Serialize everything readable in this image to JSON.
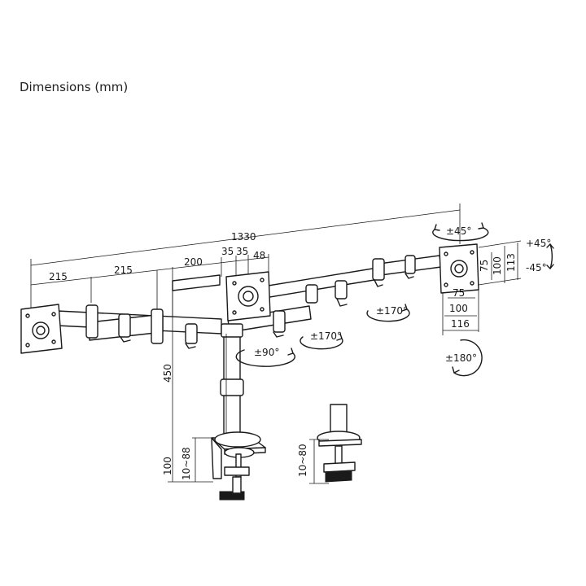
{
  "heading": "Dimensions (mm)",
  "dimensions": {
    "overall_width": "1330",
    "arm_a": "215",
    "arm_b": "215",
    "arm_c": "200",
    "pole_offset_1": "35",
    "pole_offset_2": "35",
    "pole_offset_3": "48",
    "height": "450",
    "clamp_height": "100",
    "clamp_range": "10~88",
    "grommet_range": "10~80",
    "vesa_75_h": "75",
    "vesa_100_h": "100",
    "plate_h": "113",
    "vesa_75_w": "75",
    "vesa_100_w": "100",
    "plate_w": "116"
  },
  "rotations": {
    "pan": "±45°",
    "tilt_up": "+45°",
    "tilt_down": "-45°",
    "swivel_center": "±90°",
    "arm_swivel_1": "±170°",
    "arm_swivel_2": "±170°",
    "rotate": "±180°"
  }
}
